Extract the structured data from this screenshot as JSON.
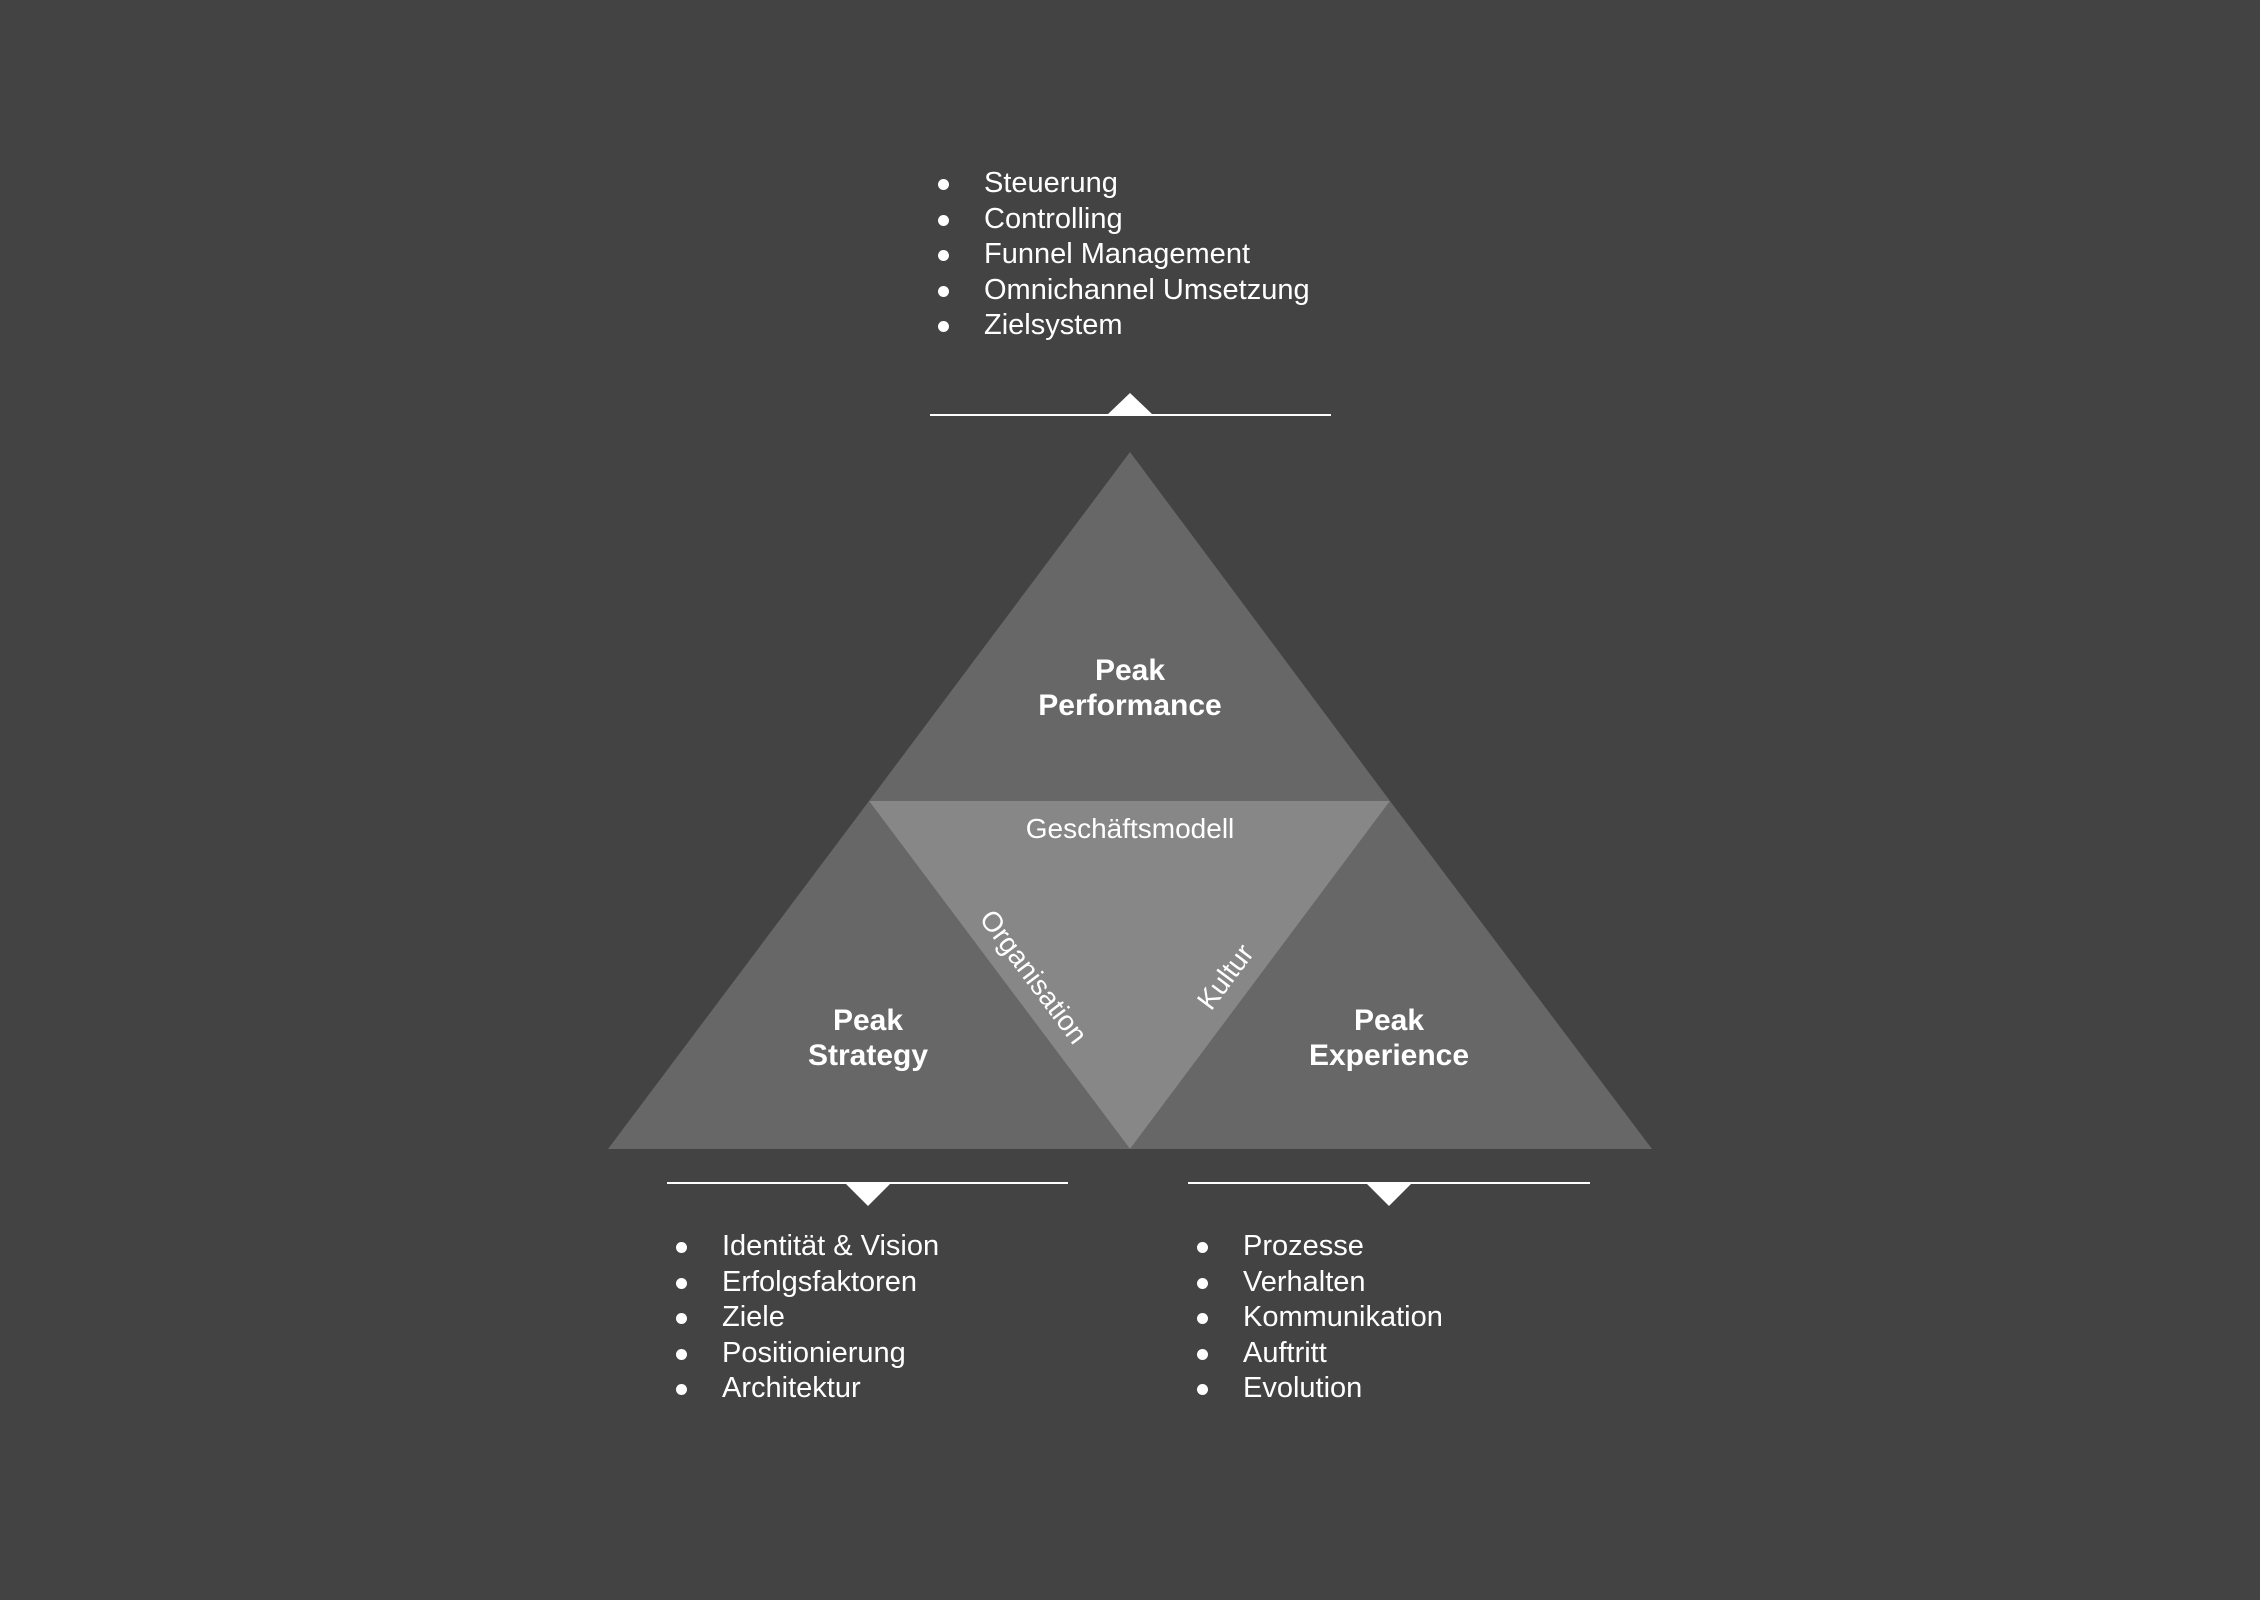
{
  "colors": {
    "background": "#434343",
    "outer_triangle": "#676767",
    "inner_triangle": "#878787",
    "foreground": "#ffffff"
  },
  "pyramid": {
    "top": {
      "title_line1": "Peak",
      "title_line2": "Performance"
    },
    "left": {
      "title_line1": "Peak",
      "title_line2": "Strategy"
    },
    "right": {
      "title_line1": "Peak",
      "title_line2": "Experience"
    },
    "inner": {
      "top_label": "Geschäftsmodell",
      "left_label": "Organisation",
      "right_label": "Kultur"
    }
  },
  "lists": {
    "top": [
      "Steuerung",
      "Controlling",
      "Funnel Management",
      "Omnichannel Umsetzung",
      "Zielsystem"
    ],
    "left": [
      "Identität & Vision",
      "Erfolgsfaktoren",
      "Ziele",
      "Positionierung",
      "Architektur"
    ],
    "right": [
      "Prozesse",
      "Verhalten",
      "Kommunikation",
      "Auftritt",
      "Evolution"
    ]
  }
}
